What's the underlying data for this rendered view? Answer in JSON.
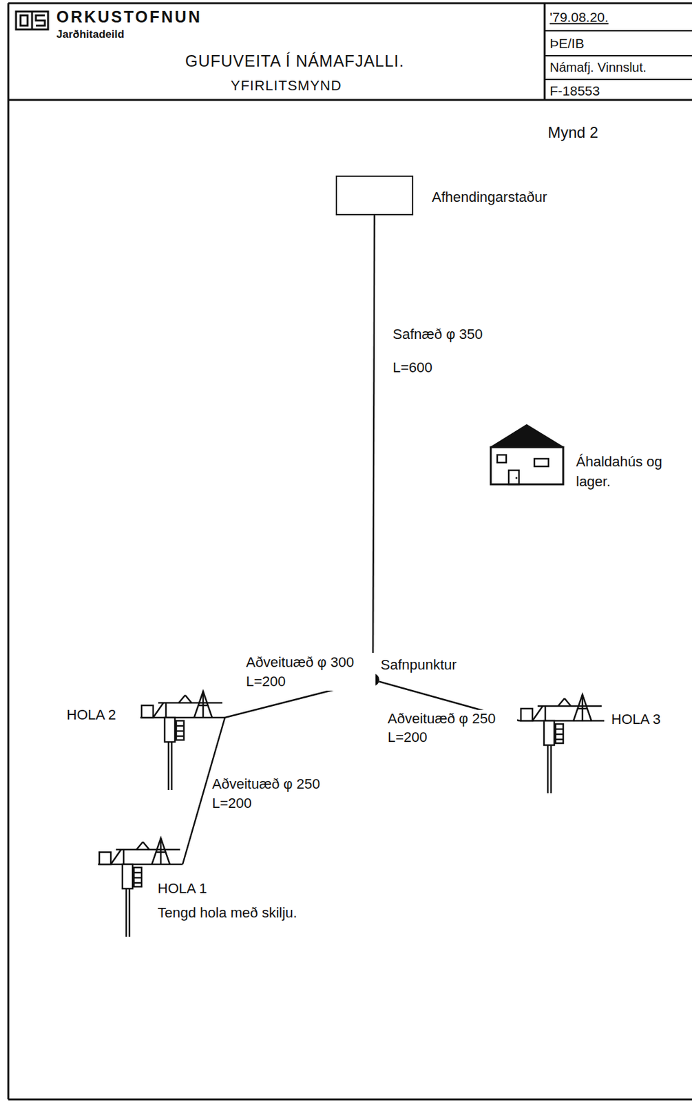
{
  "diagram": {
    "title": "GUFUVEITA Í NÁMAFJALLI.",
    "nodes": [
      {
        "text": [
          "Afhendingarstaður"
        ]
      },
      {
        "text": [
          "Áhaldahús og lager."
        ]
      },
      {
        "text": [
          "Safnpunktur"
        ]
      },
      {
        "text": [
          "HOLA 2"
        ]
      },
      {
        "text": [
          "HOLA 3"
        ]
      },
      {
        "text": [
          "HOLA 1",
          "Tengd hola með skilju."
        ]
      }
    ],
    "edges": [
      {
        "from": 2,
        "to": 0,
        "label": "Safnæð φ 350 L=600",
        "arrow": "none"
      },
      {
        "from": 3,
        "to": 2,
        "label": "Aðveituæð φ 300 L=200",
        "arrow": "none"
      },
      {
        "from": 4,
        "to": 2,
        "label": "Aðveituæð φ 250 L=200",
        "arrow": "none"
      },
      {
        "from": 5,
        "to": 3,
        "label": "Aðveituæð φ 250 L=200",
        "arrow": "none"
      }
    ],
    "labels": [
      "ORKUSTOFNUN",
      "Jarðhitadeild",
      "YFIRLITSMYND",
      "'79.08.20.",
      "ÞE/IB",
      "Námafj. Vinnslut.",
      "F-18553",
      "Mynd 2"
    ]
  }
}
